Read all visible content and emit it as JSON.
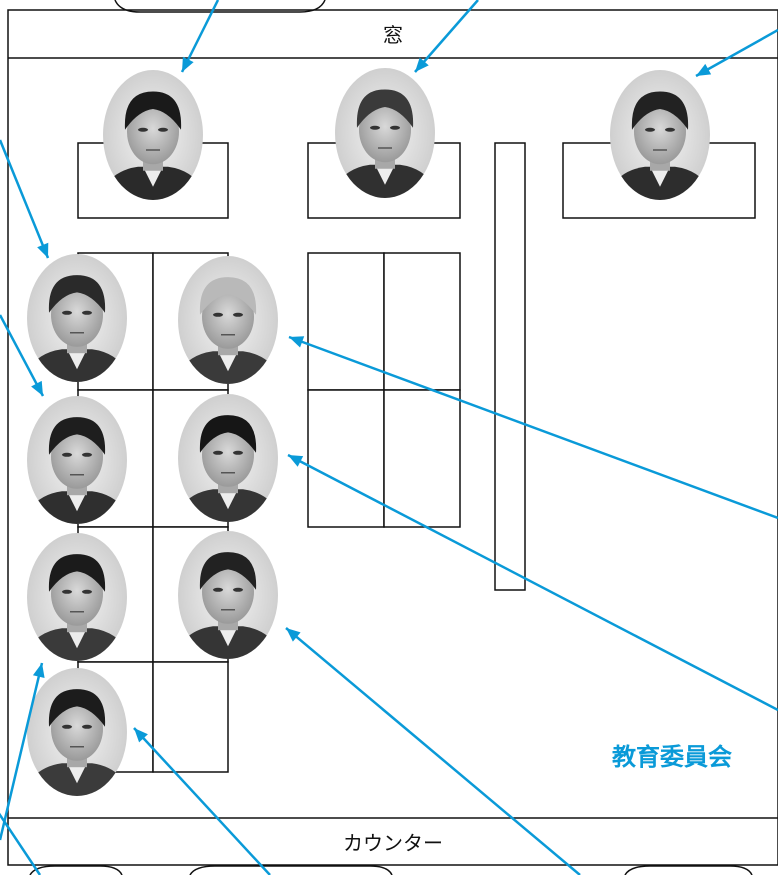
{
  "labels": {
    "window": "窓",
    "counter": "カウンター",
    "room_name": "教育委員会"
  },
  "colors": {
    "accent": "#0a9ad8",
    "line": "#111111"
  },
  "portraits": [
    {
      "id": "p1",
      "hair": "#1a1a1a",
      "suit": "#2a2a2a"
    },
    {
      "id": "p2",
      "hair": "#3a3a3a",
      "suit": "#303030"
    },
    {
      "id": "p3",
      "hair": "#222222",
      "suit": "#2d2d2d"
    },
    {
      "id": "p4",
      "hair": "#2a2a2a",
      "suit": "#333333"
    },
    {
      "id": "p5",
      "hair": "#b9b9b9",
      "suit": "#3a3a3a"
    },
    {
      "id": "p6",
      "hair": "#1e1e1e",
      "suit": "#2f2f2f"
    },
    {
      "id": "p7",
      "hair": "#161616",
      "suit": "#353535"
    },
    {
      "id": "p8",
      "hair": "#1b1b1b",
      "suit": "#3a3a3a"
    },
    {
      "id": "p9",
      "hair": "#222222",
      "suit": "#353535"
    },
    {
      "id": "p10",
      "hair": "#1c1c1c",
      "suit": "#3b3b3b"
    }
  ]
}
